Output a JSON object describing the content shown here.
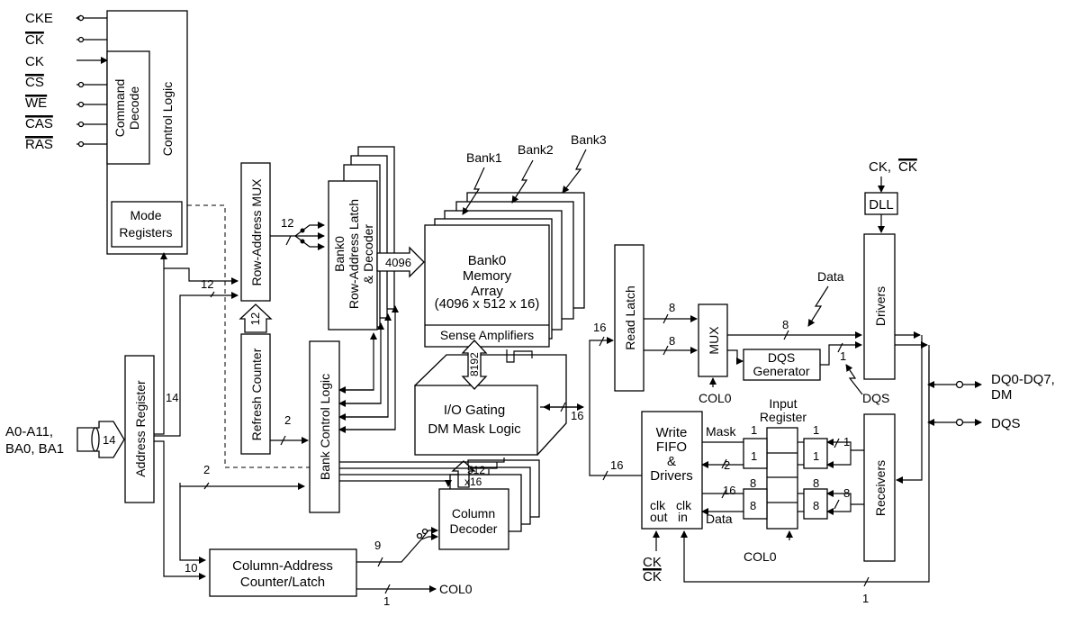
{
  "inputs": {
    "cke": "CKE",
    "ck_n": "CK",
    "ck": "CK",
    "cs": "CS",
    "we": "WE",
    "cas": "CAS",
    "ras": "RAS",
    "addr_1": "A0-A11,",
    "addr_2": "BA0, BA1"
  },
  "blocks": {
    "command_decode_1": "Command",
    "command_decode_2": "Decode",
    "control_logic": "Control Logic",
    "mode_registers_1": "Mode",
    "mode_registers_2": "Registers",
    "row_address_mux": "Row-Address MUX",
    "refresh_counter": "Refresh Counter",
    "address_register": "Address Register",
    "bank_control_logic": "Bank Control Logic",
    "row_latch_1": "Bank0",
    "row_latch_2": "Row-Address Latch",
    "row_latch_3": "& Decoder",
    "memory_array_1": "Bank0",
    "memory_array_2": "Memory",
    "memory_array_3": "Array",
    "memory_array_4": "(4096 x 512 x 16)",
    "sense_amplifiers": "Sense Amplifiers",
    "io_gating_1": "I/O Gating",
    "io_gating_2": "DM Mask Logic",
    "column_decoder_1": "Column",
    "column_decoder_2": "Decoder",
    "column_counter_1": "Column-Address",
    "column_counter_2": "Counter/Latch",
    "read_latch": "Read Latch",
    "mux": "MUX",
    "dqs_generator_1": "DQS",
    "dqs_generator_2": "Generator",
    "write_fifo_1": "Write",
    "write_fifo_2": "FIFO",
    "write_fifo_3": "&",
    "write_fifo_4": "Drivers",
    "clk_out_1": "clk",
    "clk_out_2": "out",
    "clk_in_1": "clk",
    "clk_in_2": "in",
    "input_register_1": "Input",
    "input_register_2": "Register",
    "drivers": "Drivers",
    "receivers": "Receivers",
    "dll": "DLL"
  },
  "labels": {
    "bank1": "Bank1",
    "bank2": "Bank2",
    "bank3": "Bank3",
    "ck_ckn": "CK,",
    "ck_ckn_bar": "CK",
    "data_top": "Data",
    "dqs_mid": "DQS",
    "dq_out_1": "DQ0-DQ7,",
    "dq_out_2": "DM",
    "dqs_out": "DQS",
    "mask": "Mask",
    "data_wr": "Data",
    "col0_mux": "COL0",
    "col0_reg": "COL0",
    "col0_out": "COL0",
    "ck_bottom": "CK",
    "ckn_bottom": "CK"
  },
  "bus_widths": {
    "w12_row": "12",
    "w12_side": "12",
    "w12_refresh": "12",
    "w4096": "4096",
    "w8192": "8192",
    "w512": "512",
    "wx16": "x16",
    "w14_addr": "14",
    "w14_bus": "14",
    "w2_bank": "2",
    "w2_left": "2",
    "w9": "9",
    "w10": "10",
    "w1_col0": "1",
    "w16_read": "16",
    "w16_io": "16",
    "w16_write": "16",
    "w16_data": "16",
    "w8_a": "8",
    "w8_b": "8",
    "w8_data": "8",
    "w1_reg_a": "1",
    "w1_reg_b": "1",
    "w1_reg_c": "1",
    "w1_reg_d": "1",
    "w1_recv": "1",
    "w1_dqs": "1",
    "w1_bottom": "1",
    "w2_mask": "2",
    "w8_reg_a": "8",
    "w8_reg_b": "8",
    "w8_reg_c": "8",
    "w8_reg_d": "8",
    "w8_recv": "8"
  }
}
